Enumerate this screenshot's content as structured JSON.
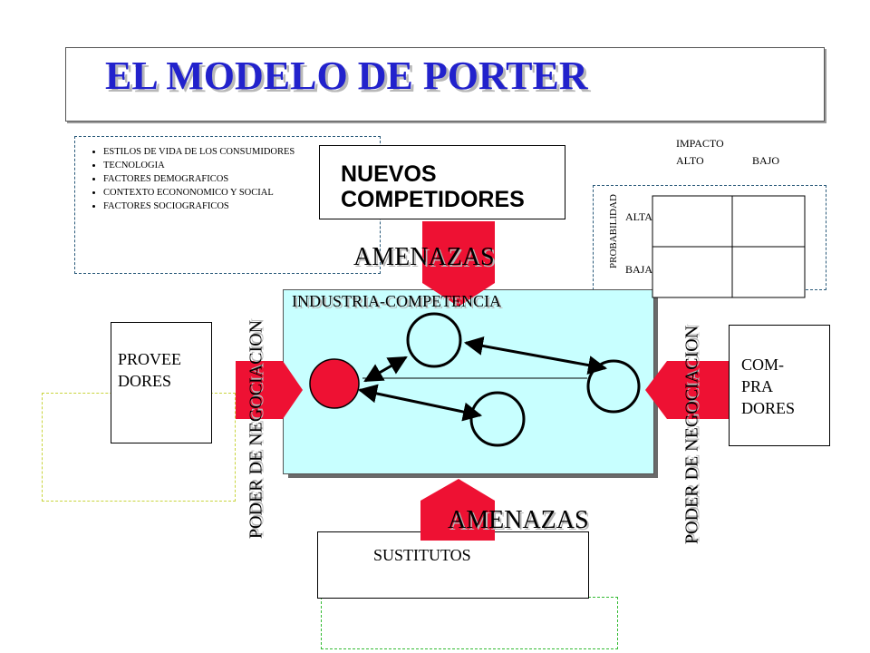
{
  "title": "EL MODELO DE PORTER",
  "trends": [
    "ESTILOS DE VIDA DE LOS CONSUMIDORES",
    "TECNOLOGIA",
    "FACTORES DEMOGRAFICOS",
    "CONTEXTO ECONONOMICO Y SOCIAL",
    "FACTORES SOCIOGRAFICOS"
  ],
  "nuevos_competidores": "NUEVOS\nCOMPETIDORES",
  "amenazas_top": "AMENAZAS",
  "amenazas_bottom": "AMENAZAS",
  "industria": "INDUSTRIA-COMPETENCIA",
  "proveedores": "PROVEE\nDORES",
  "compradores": "COM-\nPRA\nDORES",
  "sustitutos": "SUSTITUTOS",
  "poder_left": "PODER DE NEGOCIACION",
  "poder_right": "PODER DE NEGOCIACION",
  "matrix": {
    "impacto": "IMPACTO",
    "alto": "ALTO",
    "bajo": "BAJO",
    "probabilidad": "PROBABILIDAD",
    "alta": "ALTA",
    "baja": "BAJA"
  },
  "colors": {
    "title": "#2222cc",
    "red": "#ee1133",
    "industry_fill": "#c8ffff",
    "yellow_dash": "#c8d43c",
    "green_dash": "#33bb33"
  }
}
